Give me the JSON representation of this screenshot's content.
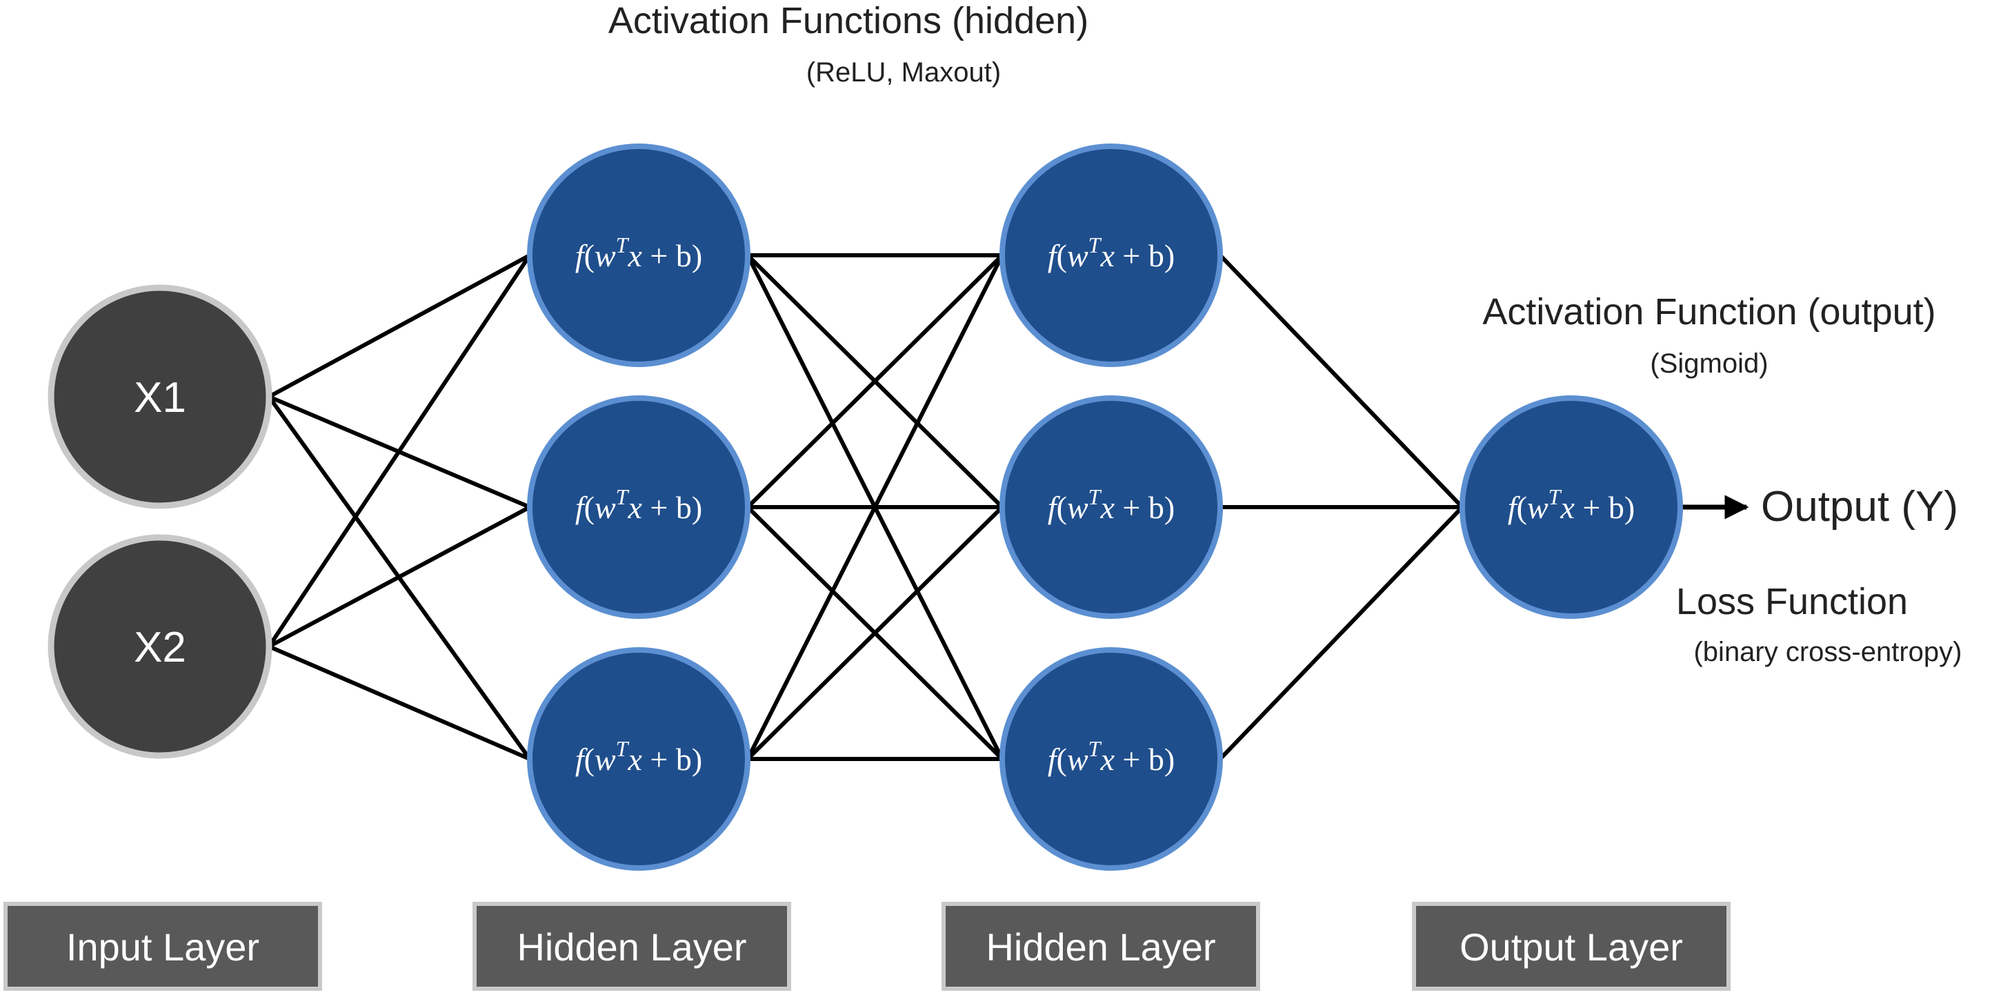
{
  "annotations": {
    "hidden_activation_title": "Activation Functions (hidden)",
    "hidden_activation_examples": "(ReLU, Maxout)",
    "output_activation_title": "Activation Function (output)",
    "output_activation_example": "(Sigmoid)",
    "loss_title": "Loss Function",
    "loss_example": "(binary cross-entropy)"
  },
  "input_nodes": [
    {
      "label": "X1"
    },
    {
      "label": "X2"
    }
  ],
  "neuron_formula": {
    "f": "f",
    "open": "(",
    "w": "w",
    "T": "T",
    "x": "x",
    "plus": "+",
    "b": "b",
    "close": ")"
  },
  "output": {
    "label": "Output (Y)"
  },
  "layers": [
    {
      "label": "Input Layer"
    },
    {
      "label": "Hidden Layer"
    },
    {
      "label": "Hidden Layer"
    },
    {
      "label": "Output Layer"
    }
  ],
  "colors": {
    "input_node_fill": "#404040",
    "input_node_border": "#c8c8c8",
    "neuron_fill": "#1f4e8c",
    "neuron_border": "#5b8fd1",
    "layer_box_fill": "#595959",
    "layer_box_border": "#c9c9c9",
    "edge": "#000000"
  }
}
